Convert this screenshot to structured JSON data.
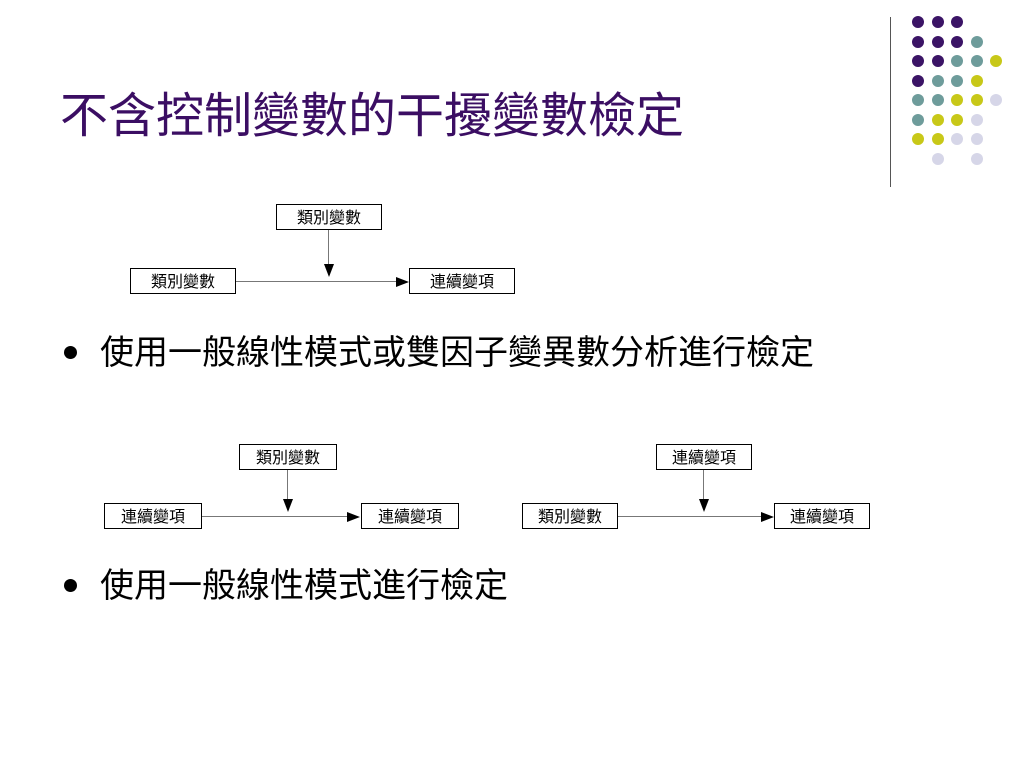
{
  "slide": {
    "title": "不含控制變數的干擾變數檢定"
  },
  "decoration": {
    "colors": {
      "purple": "#3b1466",
      "teal": "#6e9c9b",
      "yellow": "#c8c818",
      "lavender": "#d6d6e8",
      "divider": "#555555"
    },
    "dot_grid": [
      [
        "purple",
        "purple",
        "purple",
        "",
        ""
      ],
      [
        "purple",
        "purple",
        "purple",
        "teal",
        ""
      ],
      [
        "purple",
        "purple",
        "teal",
        "teal",
        "yellow"
      ],
      [
        "purple",
        "teal",
        "teal",
        "yellow",
        ""
      ],
      [
        "teal",
        "teal",
        "yellow",
        "yellow",
        "lavender"
      ],
      [
        "teal",
        "yellow",
        "yellow",
        "lavender",
        ""
      ],
      [
        "yellow",
        "yellow",
        "lavender",
        "lavender",
        ""
      ],
      [
        "",
        "lavender",
        "",
        "lavender",
        ""
      ]
    ]
  },
  "diagram1": {
    "top_box": "類別變數",
    "left_box": "類別變數",
    "right_box": "連續變項"
  },
  "bullets": [
    {
      "text": "使用一般線性模式或雙因子變異數分析進行檢定"
    },
    {
      "text": "使用一般線性模式進行檢定"
    }
  ],
  "diagram2": {
    "top_box": "類別變數",
    "left_box": "連續變項",
    "right_box": "連續變項"
  },
  "diagram3": {
    "top_box": "連續變項",
    "left_box": "類別變數",
    "right_box": "連續變項"
  }
}
